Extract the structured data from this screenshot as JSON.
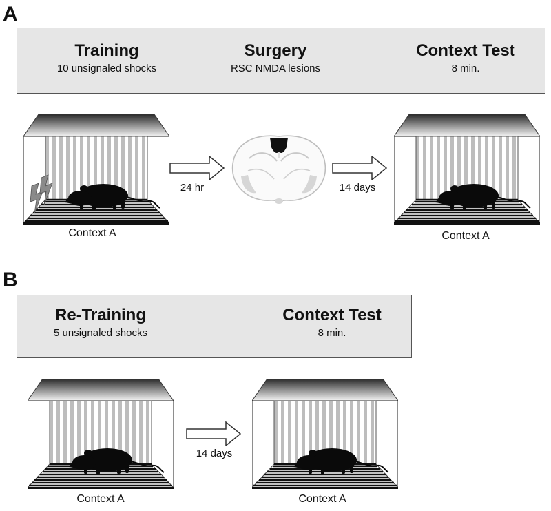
{
  "panel_a": {
    "letter": "A",
    "steps": [
      {
        "title": "Training",
        "subtitle": "10 unsignaled shocks"
      },
      {
        "title": "Surgery",
        "subtitle": "RSC NMDA lesions"
      },
      {
        "title": "Context Test",
        "subtitle": "8 min."
      }
    ],
    "contexts": [
      "Context A",
      "Context A"
    ],
    "intervals": [
      "24 hr",
      "14 days"
    ]
  },
  "panel_b": {
    "letter": "B",
    "steps": [
      {
        "title": "Re-Training",
        "subtitle": "5 unsignaled shocks"
      },
      {
        "title": "Context Test",
        "subtitle": "8 min."
      }
    ],
    "contexts": [
      "Context A",
      "Context A"
    ],
    "intervals": [
      "14 days"
    ]
  },
  "colors": {
    "header_fill": "#e6e6e6",
    "chamber_stripe": "#bdbdbd",
    "lesion": "#111111",
    "lightning": "#8a8a8a"
  }
}
